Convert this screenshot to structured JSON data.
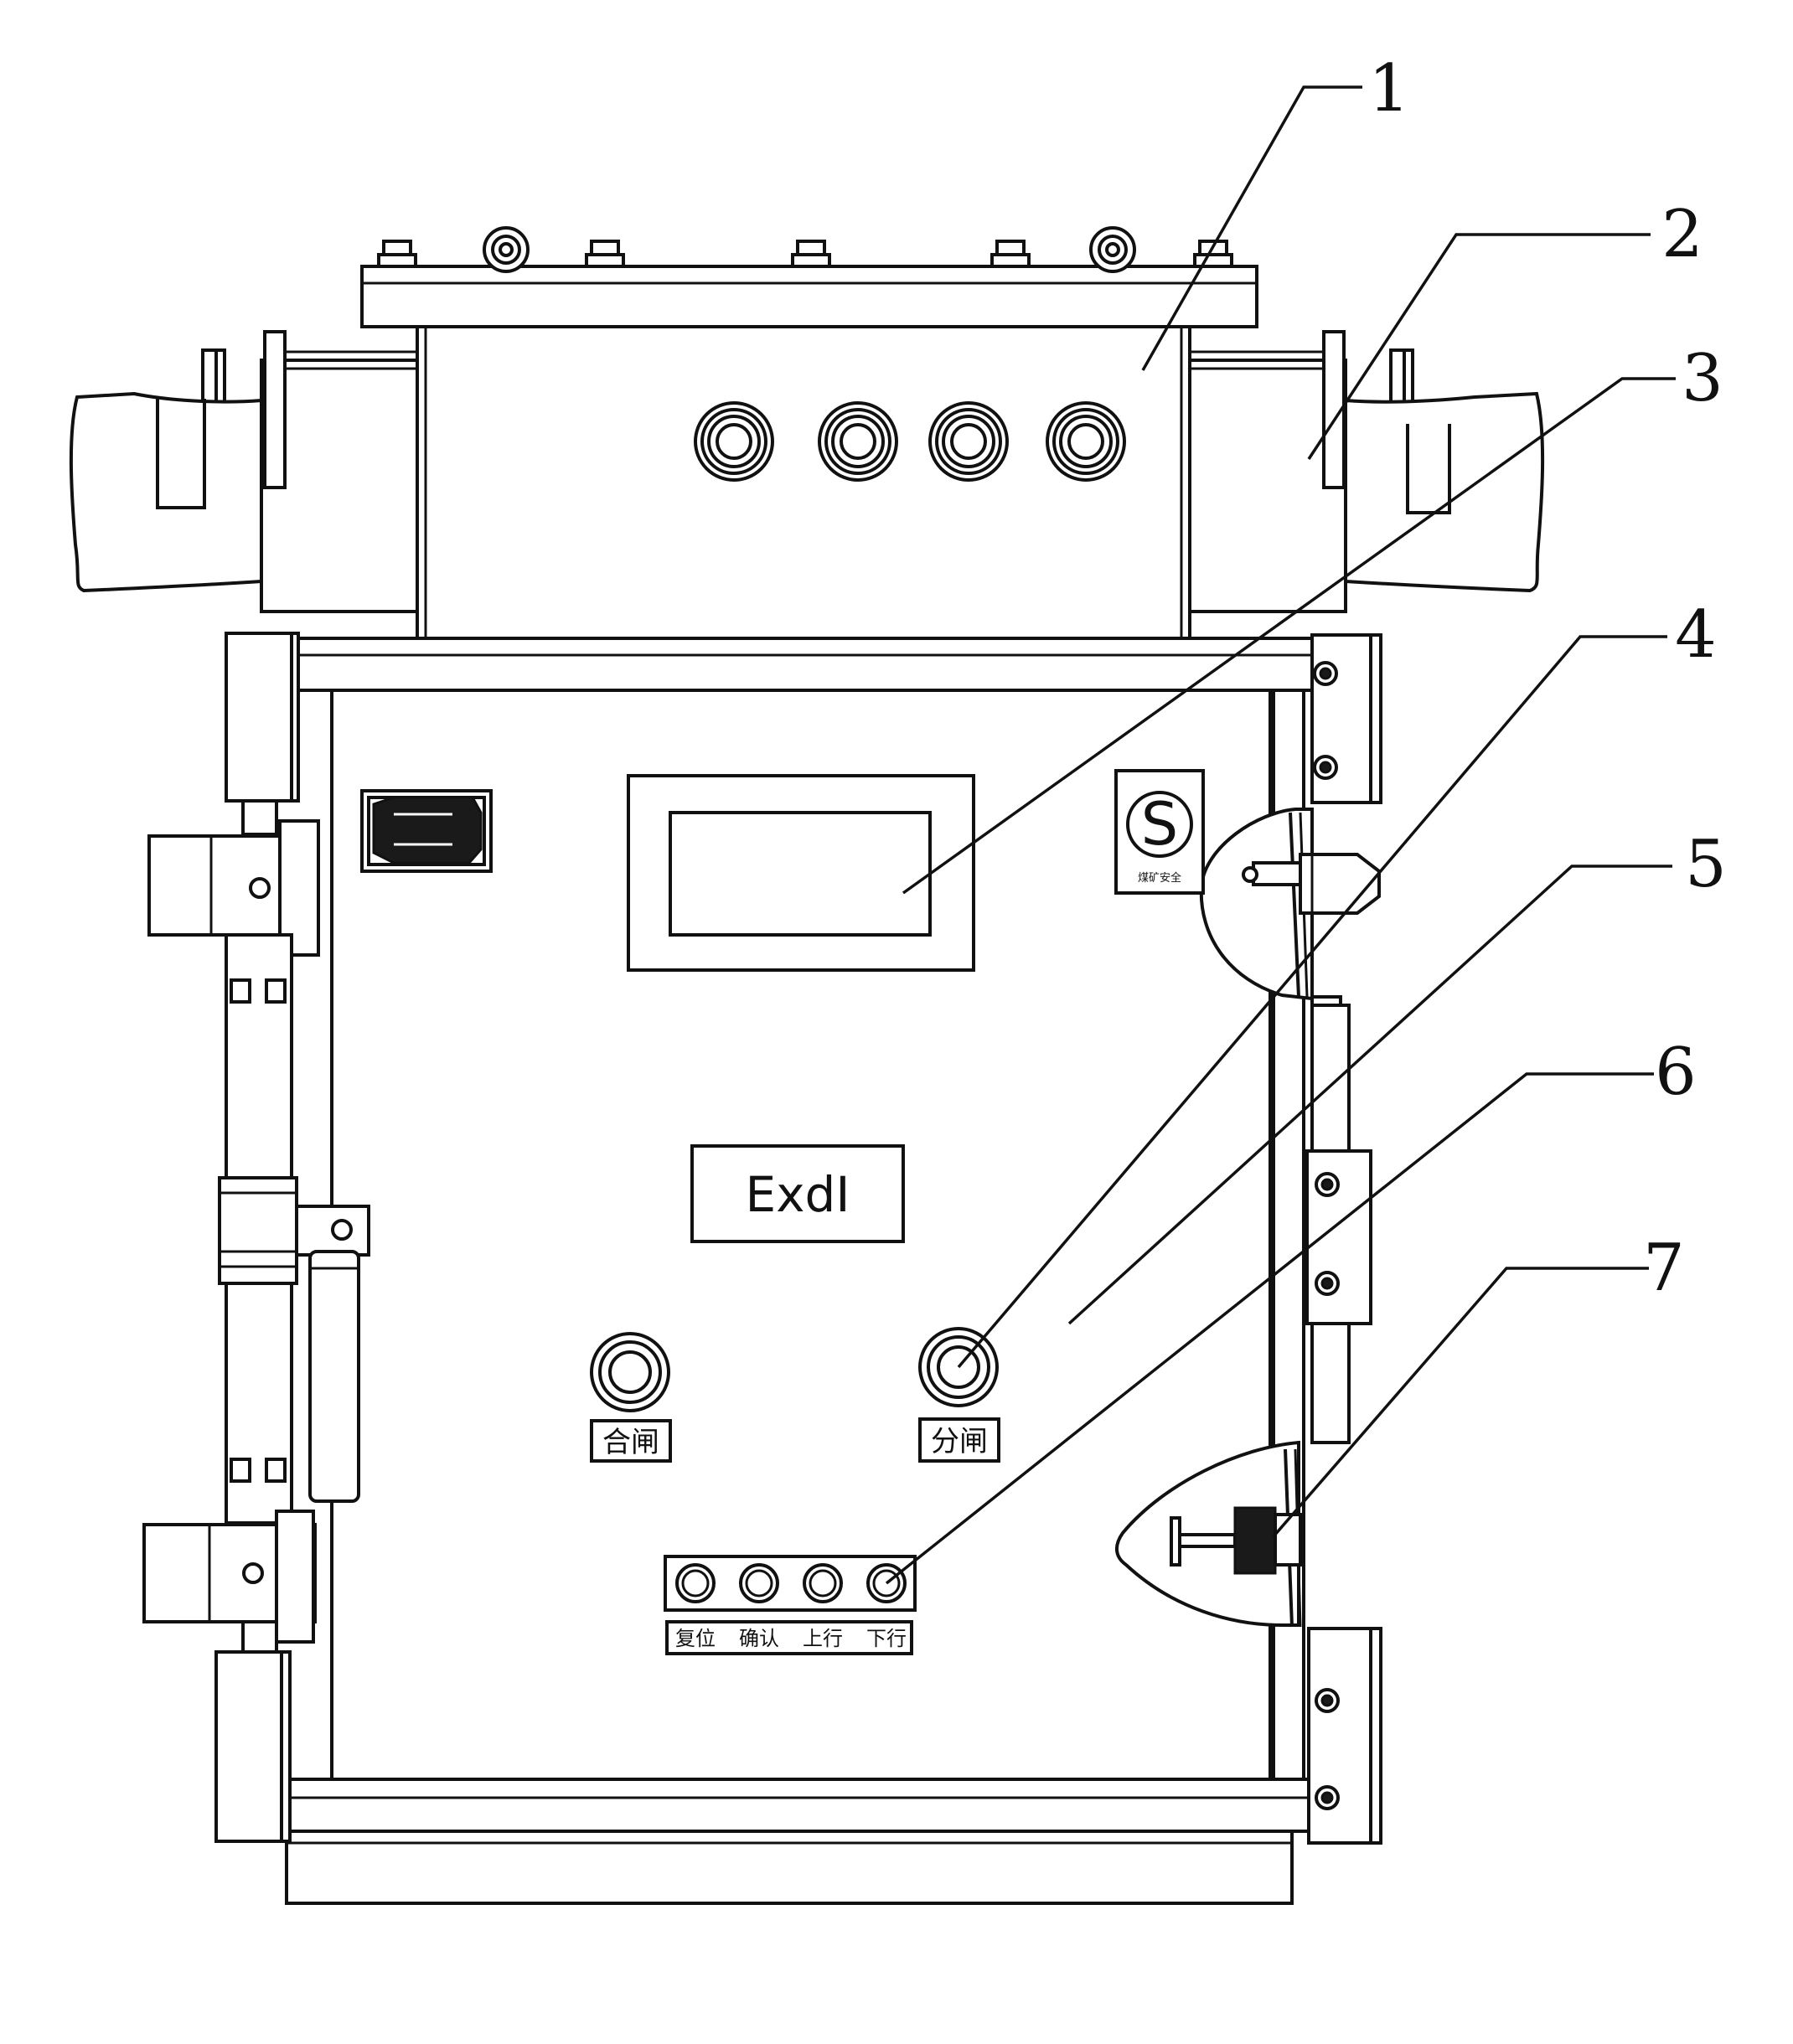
{
  "callouts": [
    "1",
    "2",
    "3",
    "4",
    "5",
    "6",
    "7"
  ],
  "nameplate": {
    "text": "ExdI"
  },
  "buttons": {
    "close_label": "合闸",
    "open_label": "分闸"
  },
  "keypad_labels": [
    "复位",
    "确认",
    "上行",
    "下行"
  ],
  "cert_mark": {
    "symbol": "S",
    "caption": "煤矿安全"
  },
  "colors": {
    "line": "#111111",
    "fill": "#ffffff"
  }
}
